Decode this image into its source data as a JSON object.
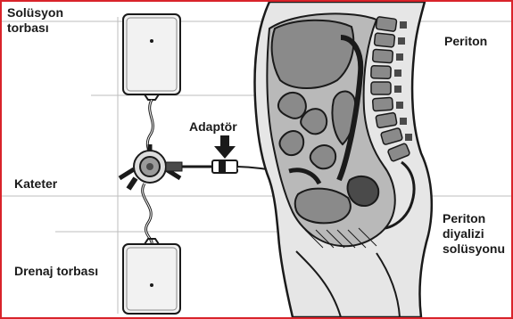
{
  "labels": {
    "solution_bag": [
      "Solüsyon",
      "torbası"
    ],
    "peritoneum": "Periton",
    "adapter": "Adaptör",
    "catheter": "Kateter",
    "dialysis_solution": [
      "Periton",
      "diyalizi",
      "solüsyonu"
    ],
    "drain_bag": "Drenaj torbası"
  },
  "colors": {
    "frame": "#d9232a",
    "outline": "#1a1a1a",
    "body_fill": "#b9b9b9",
    "organ_fill": "#8a8a8a",
    "dark_fill": "#4a4a4a",
    "bag_fill": "#f2f2f2",
    "guide_line": "#bdbdbd"
  },
  "icons": [
    "arrow-down-icon",
    "adapter-icon",
    "catheter-icon",
    "bag-icon"
  ]
}
